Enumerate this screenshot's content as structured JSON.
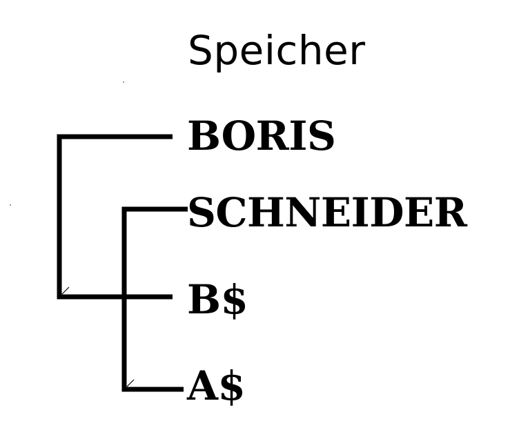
{
  "title": "Speicher",
  "entries": [
    {
      "label": "BORIS"
    },
    {
      "label": "SCHNEIDER"
    },
    {
      "label": "B$"
    },
    {
      "label": "A$"
    }
  ]
}
